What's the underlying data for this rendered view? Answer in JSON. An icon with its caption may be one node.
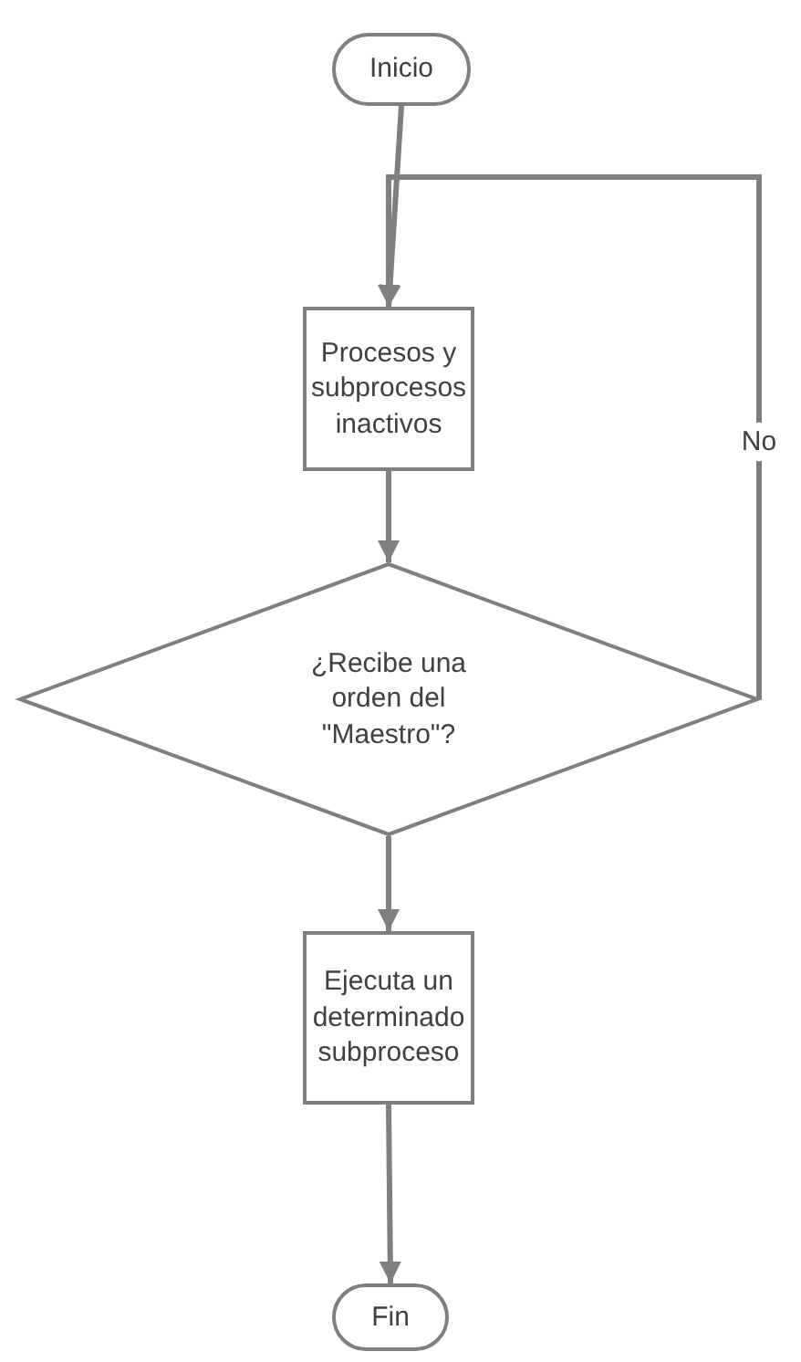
{
  "diagram": {
    "nodes": [
      {
        "text": [
          "Inicio"
        ]
      },
      {
        "text": [
          "Procesos y subprocesos inactivos"
        ]
      },
      {
        "text": [
          "¿Recibe una orden del \"Maestro\"?"
        ]
      },
      {
        "text": [
          "Ejecuta un determinado subproceso"
        ]
      },
      {
        "text": [
          "Fin"
        ]
      }
    ],
    "edges": [
      {
        "from": 0,
        "to": 1,
        "arrow": "to"
      },
      {
        "from": 1,
        "to": 2,
        "arrow": "to"
      },
      {
        "from": 2,
        "to": 1,
        "arrow": "to",
        "label": "No"
      },
      {
        "from": 2,
        "to": 3,
        "arrow": "to"
      },
      {
        "from": 3,
        "to": 4,
        "arrow": "to"
      }
    ]
  }
}
